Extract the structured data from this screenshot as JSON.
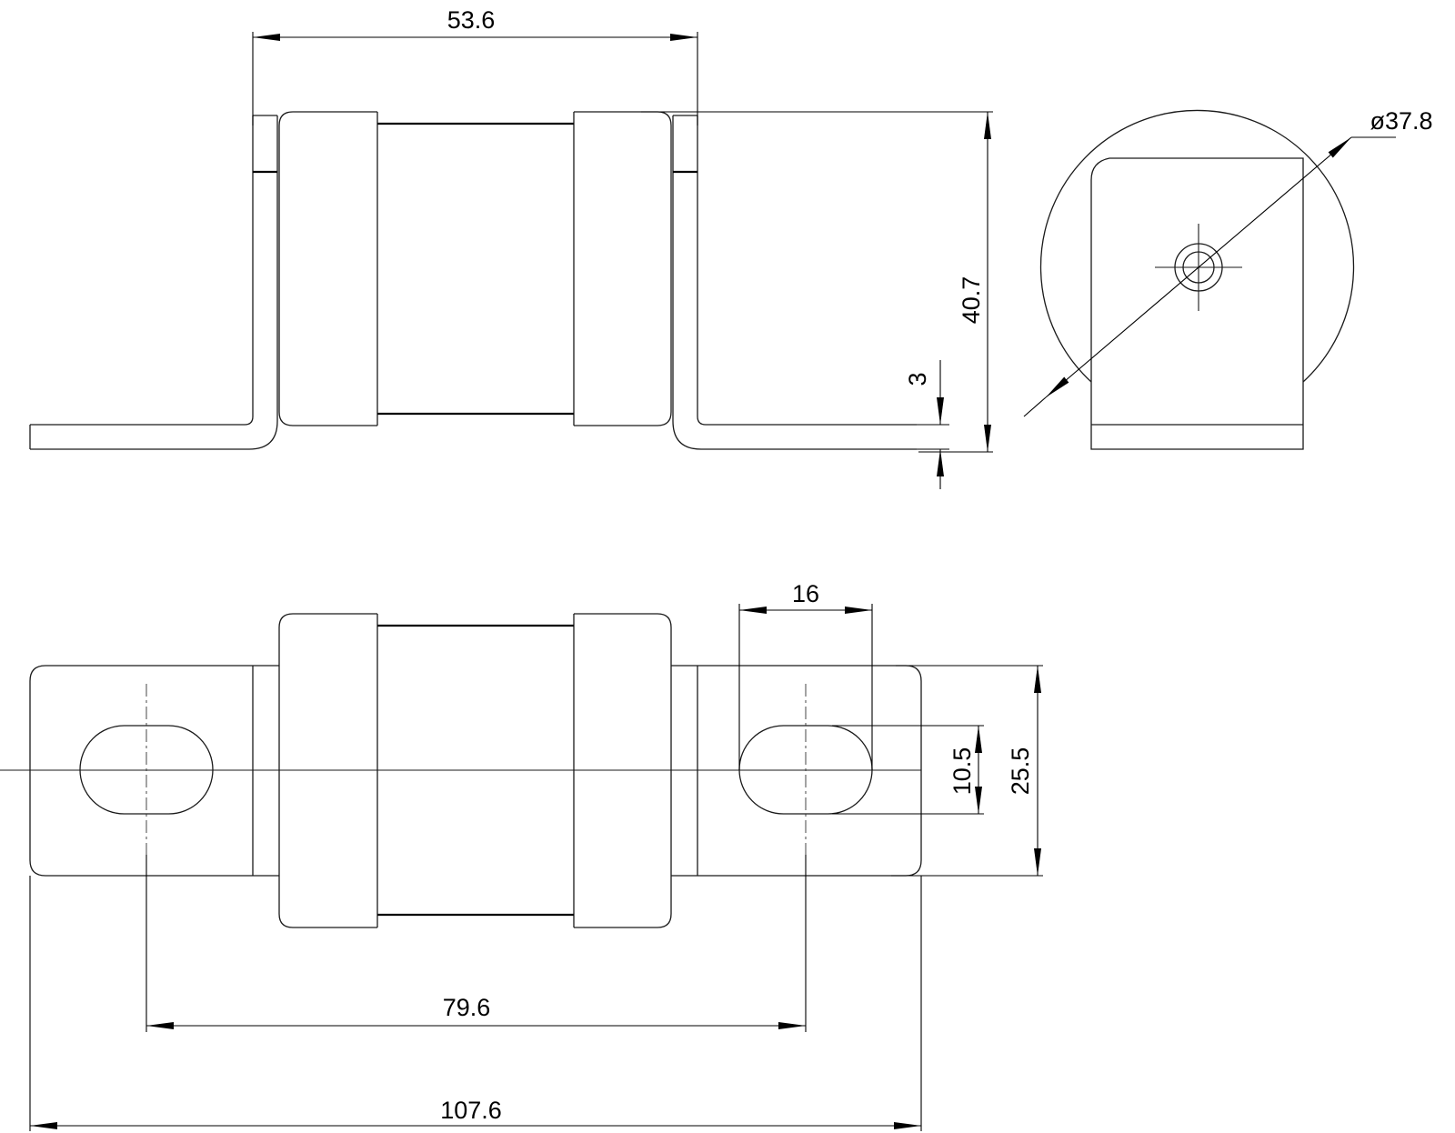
{
  "dimensions": {
    "top_width": "53.6",
    "height": "40.7",
    "tab_thickness": "3",
    "diameter": "ø37.8",
    "slot_length": "16",
    "slot_width": "10.5",
    "tab_width": "25.5",
    "hole_pitch": "79.6",
    "overall_length": "107.6"
  }
}
